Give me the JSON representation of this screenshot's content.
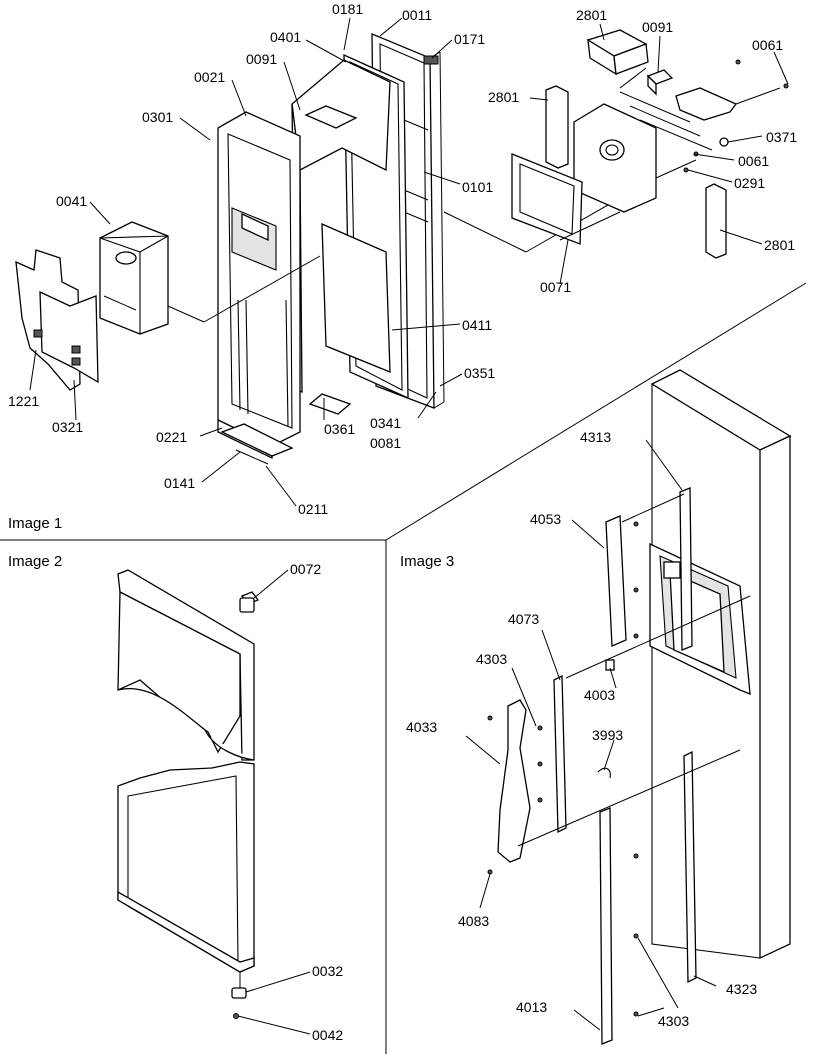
{
  "panels": {
    "image1": "Image 1",
    "image2": "Image 2",
    "image3": "Image 3"
  },
  "labels": {
    "p0181": "0181",
    "p0011": "0011",
    "p0171": "0171",
    "p0401": "0401",
    "p0091a": "0091",
    "p0021": "0021",
    "p0301": "0301",
    "p0041": "0041",
    "p0101": "0101",
    "p0411": "0411",
    "p0351": "0351",
    "p0341": "0341",
    "p0081": "0081",
    "p0361": "0361",
    "p0221": "0221",
    "p0141": "0141",
    "p0211": "0211",
    "p1221": "1221",
    "p0321": "0321",
    "p2801a": "2801",
    "p0091b": "0091",
    "p0061a": "0061",
    "p2801b": "2801",
    "p0371": "0371",
    "p0061b": "0061",
    "p0291": "0291",
    "p2801c": "2801",
    "p0071": "0071",
    "p0072": "0072",
    "p0032": "0032",
    "p0042": "0042",
    "p4313": "4313",
    "p4053": "4053",
    "p4073": "4073",
    "p4303a": "4303",
    "p4003": "4003",
    "p4033": "4033",
    "p3993": "3993",
    "p4083": "4083",
    "p4013": "4013",
    "p4323": "4323",
    "p4303b": "4303"
  }
}
